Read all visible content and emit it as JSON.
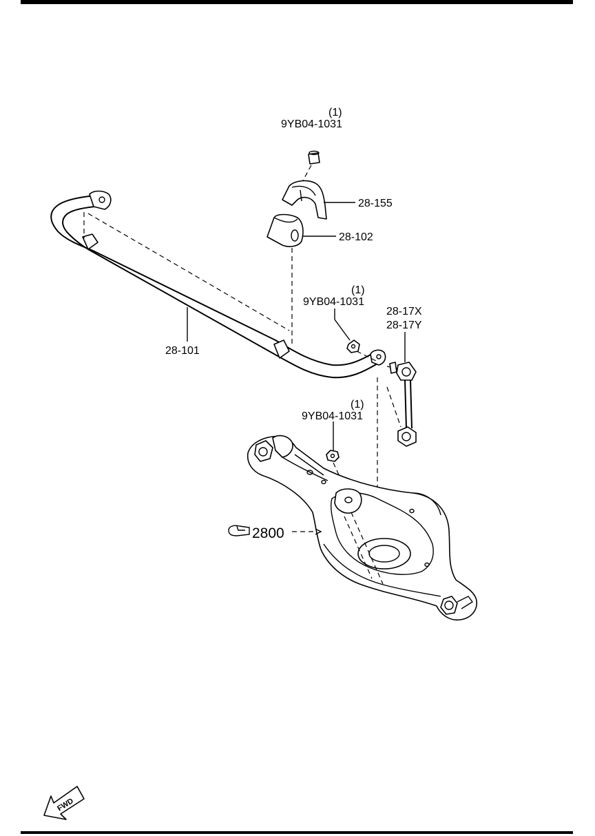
{
  "labels": {
    "nut_top_qty": "(1)",
    "nut_top_part": "9YB04-1031",
    "bracket": "28-155",
    "bushing": "28-102",
    "nut_mid_qty": "(1)",
    "nut_mid_part": "9YB04-1031",
    "link_x": "28-17X",
    "link_y": "28-17Y",
    "stabilizer_bar": "28-101",
    "nut_low_qty": "(1)",
    "nut_low_part": "9YB04-1031",
    "ref_group": "2800",
    "fwd": "FWD"
  }
}
